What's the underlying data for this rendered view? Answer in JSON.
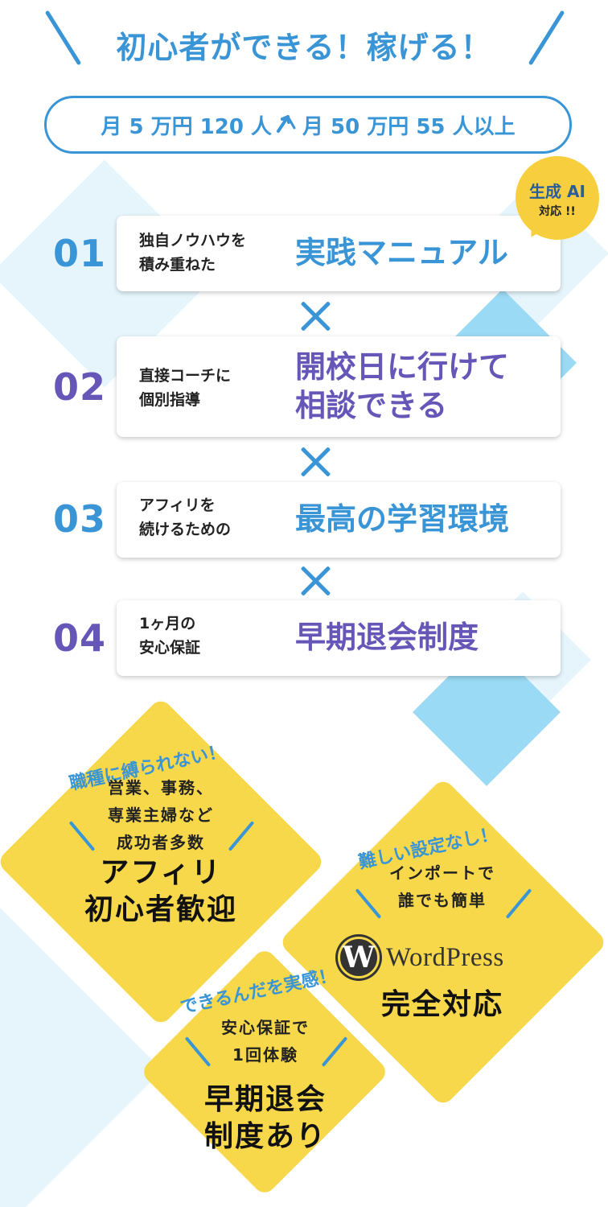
{
  "header": {
    "headline": "初心者ができる！稼げる！",
    "stats_left": "月 5 万円 120 人",
    "stats_right": "月 50 万円  55 人以上"
  },
  "badge": {
    "line1": "生成 AI",
    "line2": "対応 !!"
  },
  "features": [
    {
      "number": "01",
      "sub_line1": "独自ノウハウを",
      "sub_line2": "積み重ねた",
      "title_line1": "実践マニュアル",
      "title_line2": ""
    },
    {
      "number": "02",
      "sub_line1": "直接コーチに",
      "sub_line2": "個別指導",
      "title_line1": "開校日に行けて",
      "title_line2": "相談できる"
    },
    {
      "number": "03",
      "sub_line1": "アフィリを",
      "sub_line2": "続けるための",
      "title_line1": "最高の学習環境",
      "title_line2": ""
    },
    {
      "number": "04",
      "sub_line1": "1ヶ月の",
      "sub_line2": "安心保証",
      "title_line1": "早期退会制度",
      "title_line2": ""
    }
  ],
  "diamonds": [
    {
      "arc": "職種に縛られない！",
      "sub1": "営業、事務、",
      "sub2": "専業主婦など",
      "sub3": "成功者多数",
      "main1": "アフィリ",
      "main2": "初心者歓迎"
    },
    {
      "arc": "難しい設定なし！",
      "sub1": "インポートで",
      "sub2": "誰でも簡単",
      "logo_text": "WordPress",
      "main1": "完全対応"
    },
    {
      "arc": "できるんだを実感！",
      "sub1": "安心保証で",
      "sub2": "1回体験",
      "main1": "早期退会",
      "main2": "制度あり"
    }
  ],
  "colors": {
    "blue": "#3a95d6",
    "purple": "#6656b8",
    "yellow": "#f7d84a",
    "badge_yellow": "#f7cf3e",
    "pale_blue": "#e6f5fc",
    "sky_blue": "#9bdaf4"
  },
  "icons": [
    "up-arrow-icon",
    "times-icon",
    "wordpress-logo-icon"
  ]
}
